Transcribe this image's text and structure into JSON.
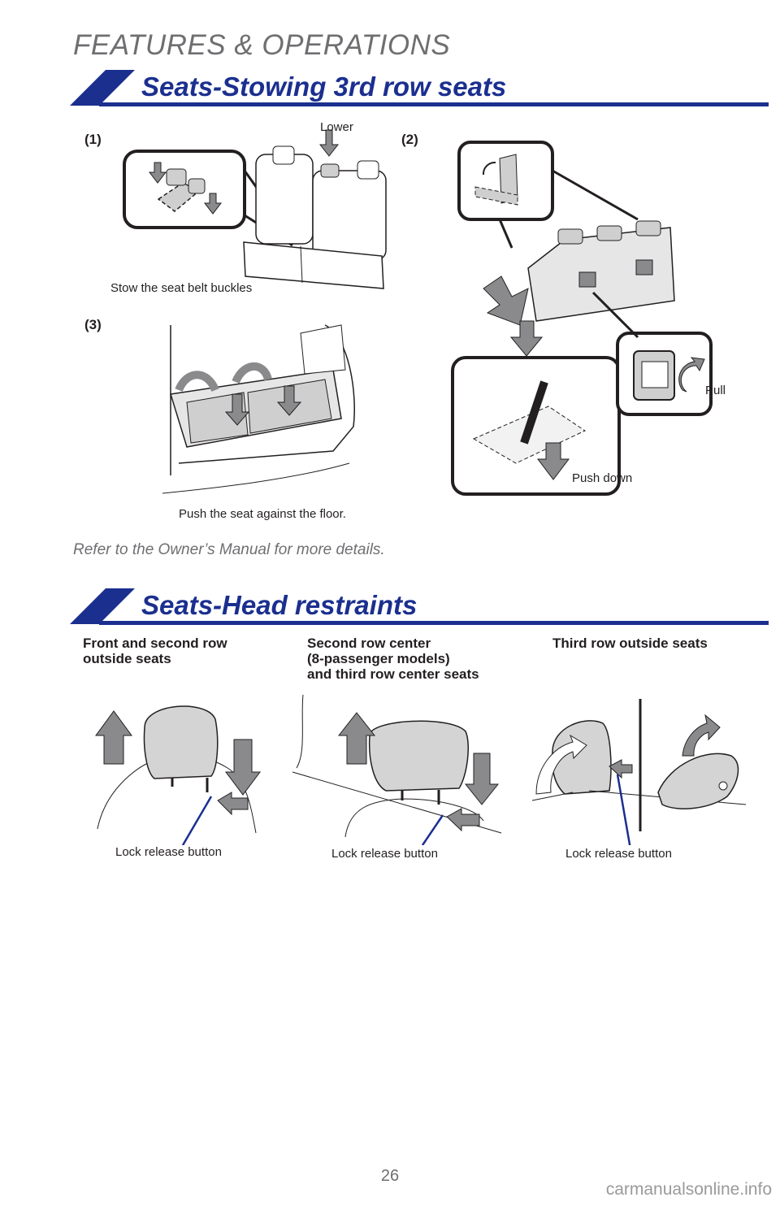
{
  "page": {
    "section_header": "FEATURES & OPERATIONS",
    "page_number": "26",
    "watermark": "carmanualsonline.info"
  },
  "stowing": {
    "title": "Seats-Stowing 3rd row seats",
    "steps": [
      "(1)",
      "(2)",
      "(3)"
    ],
    "labels": {
      "lower": "Lower",
      "stow_buckles": "Stow the seat belt buckles",
      "push_floor": "Push the seat against the floor.",
      "pull": "Pull",
      "push_down": "Push down"
    },
    "note": "Refer to the Owner’s Manual for more details."
  },
  "head_restraints": {
    "title": "Seats-Head restraints",
    "columns": [
      {
        "title_lines": [
          "Front and second row",
          "outside seats"
        ],
        "button_label": "Lock release button"
      },
      {
        "title_lines": [
          "Second row center",
          "(8-passenger models)",
          "and third row center seats"
        ],
        "button_label": "Lock release button"
      },
      {
        "title_lines": [
          "Third row outside seats"
        ],
        "button_label": "Lock release button"
      }
    ]
  },
  "colors": {
    "brand_blue": "#1b2f8f",
    "header_gray": "#6f6f72",
    "arrow_gray": "#8a8a8c",
    "seat_gray": "#d4d4d5"
  }
}
